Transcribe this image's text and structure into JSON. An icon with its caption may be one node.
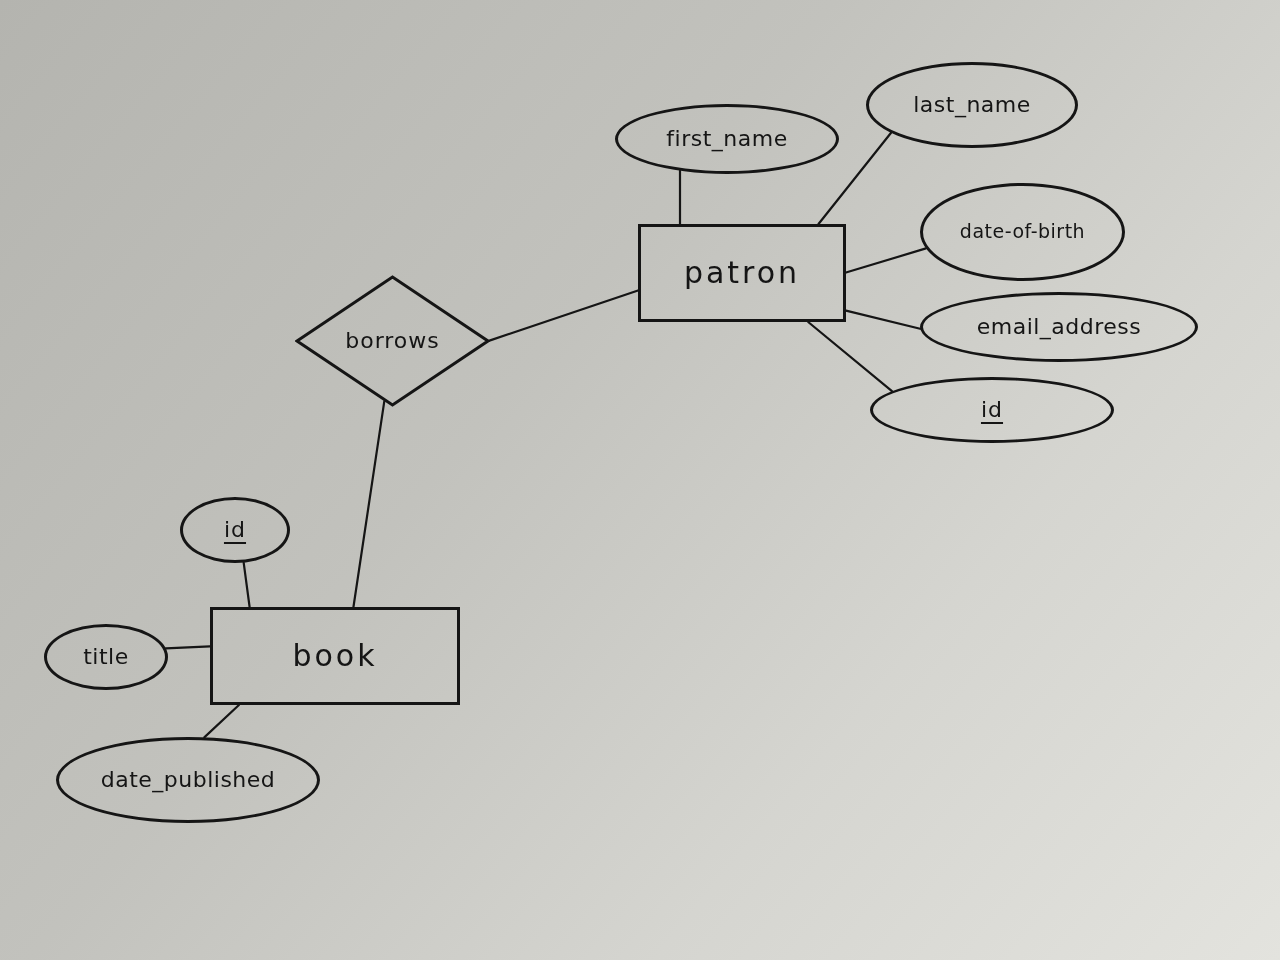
{
  "diagram": {
    "nodes": [
      {
        "text": [
          "first_name"
        ]
      },
      {
        "text": [
          "last_name"
        ]
      },
      {
        "text": [
          "patron"
        ]
      },
      {
        "text": [
          "date-of-birth"
        ]
      },
      {
        "text": [
          "borrows"
        ]
      },
      {
        "text": [
          "email_address"
        ]
      },
      {
        "text": [
          "id"
        ]
      },
      {
        "text": [
          "id"
        ]
      },
      {
        "text": [
          "book"
        ]
      },
      {
        "text": [
          "title"
        ]
      },
      {
        "text": [
          "date_published"
        ]
      }
    ],
    "edges": [
      {
        "from": 2,
        "to": 0,
        "arrow": "none"
      },
      {
        "from": 2,
        "to": 1,
        "arrow": "none"
      },
      {
        "from": 2,
        "to": 3,
        "arrow": "none"
      },
      {
        "from": 2,
        "to": 5,
        "arrow": "none"
      },
      {
        "from": 2,
        "to": 6,
        "arrow": "none"
      },
      {
        "from": 4,
        "to": 2,
        "arrow": "none"
      },
      {
        "from": 4,
        "to": 8,
        "arrow": "none"
      },
      {
        "from": 8,
        "to": 7,
        "arrow": "none"
      },
      {
        "from": 8,
        "to": 9,
        "arrow": "none"
      },
      {
        "from": 8,
        "to": 10,
        "arrow": "none"
      }
    ]
  }
}
